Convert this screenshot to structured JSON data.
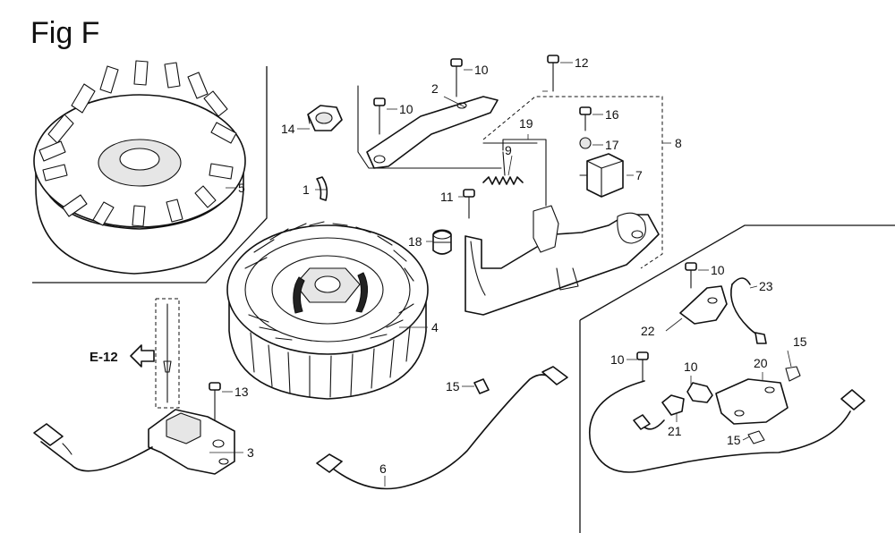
{
  "title": "Fig F",
  "reference": {
    "text": "E-12"
  },
  "callouts": [
    {
      "id": "1",
      "text": "1"
    },
    {
      "id": "2",
      "text": "2"
    },
    {
      "id": "3",
      "text": "3"
    },
    {
      "id": "4",
      "text": "4"
    },
    {
      "id": "5",
      "text": "5"
    },
    {
      "id": "6",
      "text": "6"
    },
    {
      "id": "7",
      "text": "7"
    },
    {
      "id": "8",
      "text": "8"
    },
    {
      "id": "9",
      "text": "9"
    },
    {
      "id": "10a",
      "text": "10"
    },
    {
      "id": "10b",
      "text": "10"
    },
    {
      "id": "10c",
      "text": "10"
    },
    {
      "id": "10d",
      "text": "10"
    },
    {
      "id": "10e",
      "text": "10"
    },
    {
      "id": "11",
      "text": "11"
    },
    {
      "id": "12",
      "text": "12"
    },
    {
      "id": "13",
      "text": "13"
    },
    {
      "id": "14",
      "text": "14"
    },
    {
      "id": "15a",
      "text": "15"
    },
    {
      "id": "15b",
      "text": "15"
    },
    {
      "id": "15c",
      "text": "15"
    },
    {
      "id": "16",
      "text": "16"
    },
    {
      "id": "17",
      "text": "17"
    },
    {
      "id": "18",
      "text": "18"
    },
    {
      "id": "19",
      "text": "19"
    },
    {
      "id": "20",
      "text": "20"
    },
    {
      "id": "21",
      "text": "21"
    },
    {
      "id": "22",
      "text": "22"
    },
    {
      "id": "23",
      "text": "23"
    }
  ]
}
